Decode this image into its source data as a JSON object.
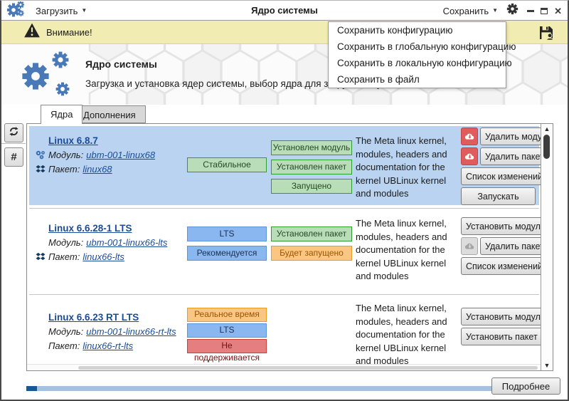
{
  "titlebar": {
    "load_label": "Загрузить",
    "title": "Ядро системы",
    "save_label": "Сохранить"
  },
  "warning_bar": {
    "text": "Внимание!"
  },
  "save_menu": {
    "items": [
      "Сохранить конфигурацию",
      "Сохранить в глобальную конфигурацию",
      "Сохранить в локальную конфигурацию",
      "Сохранить в файл"
    ]
  },
  "header": {
    "title": "Ядро системы",
    "subtitle": "Загрузка и установка ядер системы, выбор ядра для загрузки по умолчанию"
  },
  "tabs": {
    "kernels": "Ядра",
    "addons": "Дополнения"
  },
  "labels": {
    "module": "Модуль:",
    "package": "Пакет:"
  },
  "kernels": [
    {
      "name": "Linux 6.8.7",
      "module": "ubm-001-linux68",
      "package": "linux68",
      "badges_a": [
        "Стабильное"
      ],
      "badges_b": [
        "Установлен модуль",
        "Установлен пакет",
        "Запущено"
      ],
      "description": "The Meta linux kernel, modules, headers and documentation for the kernel UBLinux kernel and modules",
      "buttons": [
        "Удалить модуль",
        "Удалить пакет",
        "Список изменений",
        "Запускать"
      ],
      "selected": true
    },
    {
      "name": "Linux 6.6.28-1 LTS",
      "module": "ubm-001-linux66-lts",
      "package": "linux66-lts",
      "badges_a": [
        "LTS",
        "Рекомендуется"
      ],
      "badges_b": [
        "Установлен пакет",
        "Будет запущено"
      ],
      "description": "The Meta linux kernel, modules, headers and documentation for the kernel UBLinux kernel and modules",
      "buttons": [
        "Установить модуль",
        "Удалить пакет",
        "Список изменений"
      ],
      "selected": false
    },
    {
      "name": "Linux 6.6.23 RT LTS",
      "module": "ubm-001-linux66-rt-lts",
      "package": "linux66-rt-lts",
      "badges_a": [
        "Реальное время",
        "LTS",
        "Не поддерживается"
      ],
      "badges_b": [],
      "description": "The Meta linux kernel, modules, headers and documentation for the kernel UBLinux kernel and modules",
      "buttons": [
        "Установить модуль",
        "Установить пакет"
      ],
      "selected": false
    }
  ],
  "footer": {
    "details_label": "Подробнее"
  },
  "icons": {
    "chevron_down": "▼",
    "close": "✕",
    "hash": "#",
    "scroll_up": "▲",
    "scroll_down": "▼"
  },
  "colors": {
    "selected_row": "#b9d3f1",
    "warning_bg": "#f1edb2",
    "accent_blue": "#4a79b8",
    "link": "#1b4c98",
    "badge_green": "#b9dcb9",
    "badge_blue": "#8ab7ef",
    "badge_orange": "#f9c783",
    "badge_red": "#e57f7f",
    "danger_button": "#e05b5b",
    "progress_track": "#a5c1dd",
    "progress_chunk": "#1a5795"
  }
}
